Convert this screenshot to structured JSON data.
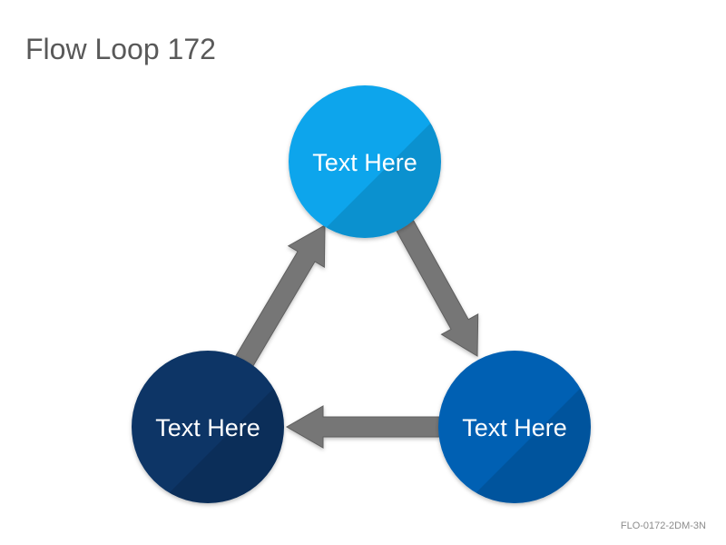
{
  "slide": {
    "title": "Flow Loop 172",
    "footer_code": "FLO-0172-2DM-3N"
  },
  "nodes": [
    {
      "label": "Text Here",
      "color": "#0ea5ec"
    },
    {
      "label": "Text Here",
      "color": "#0560b3"
    },
    {
      "label": "Text Here",
      "color": "#0b3566"
    }
  ],
  "arrow_color": "#767676",
  "flow_direction": "clockwise"
}
